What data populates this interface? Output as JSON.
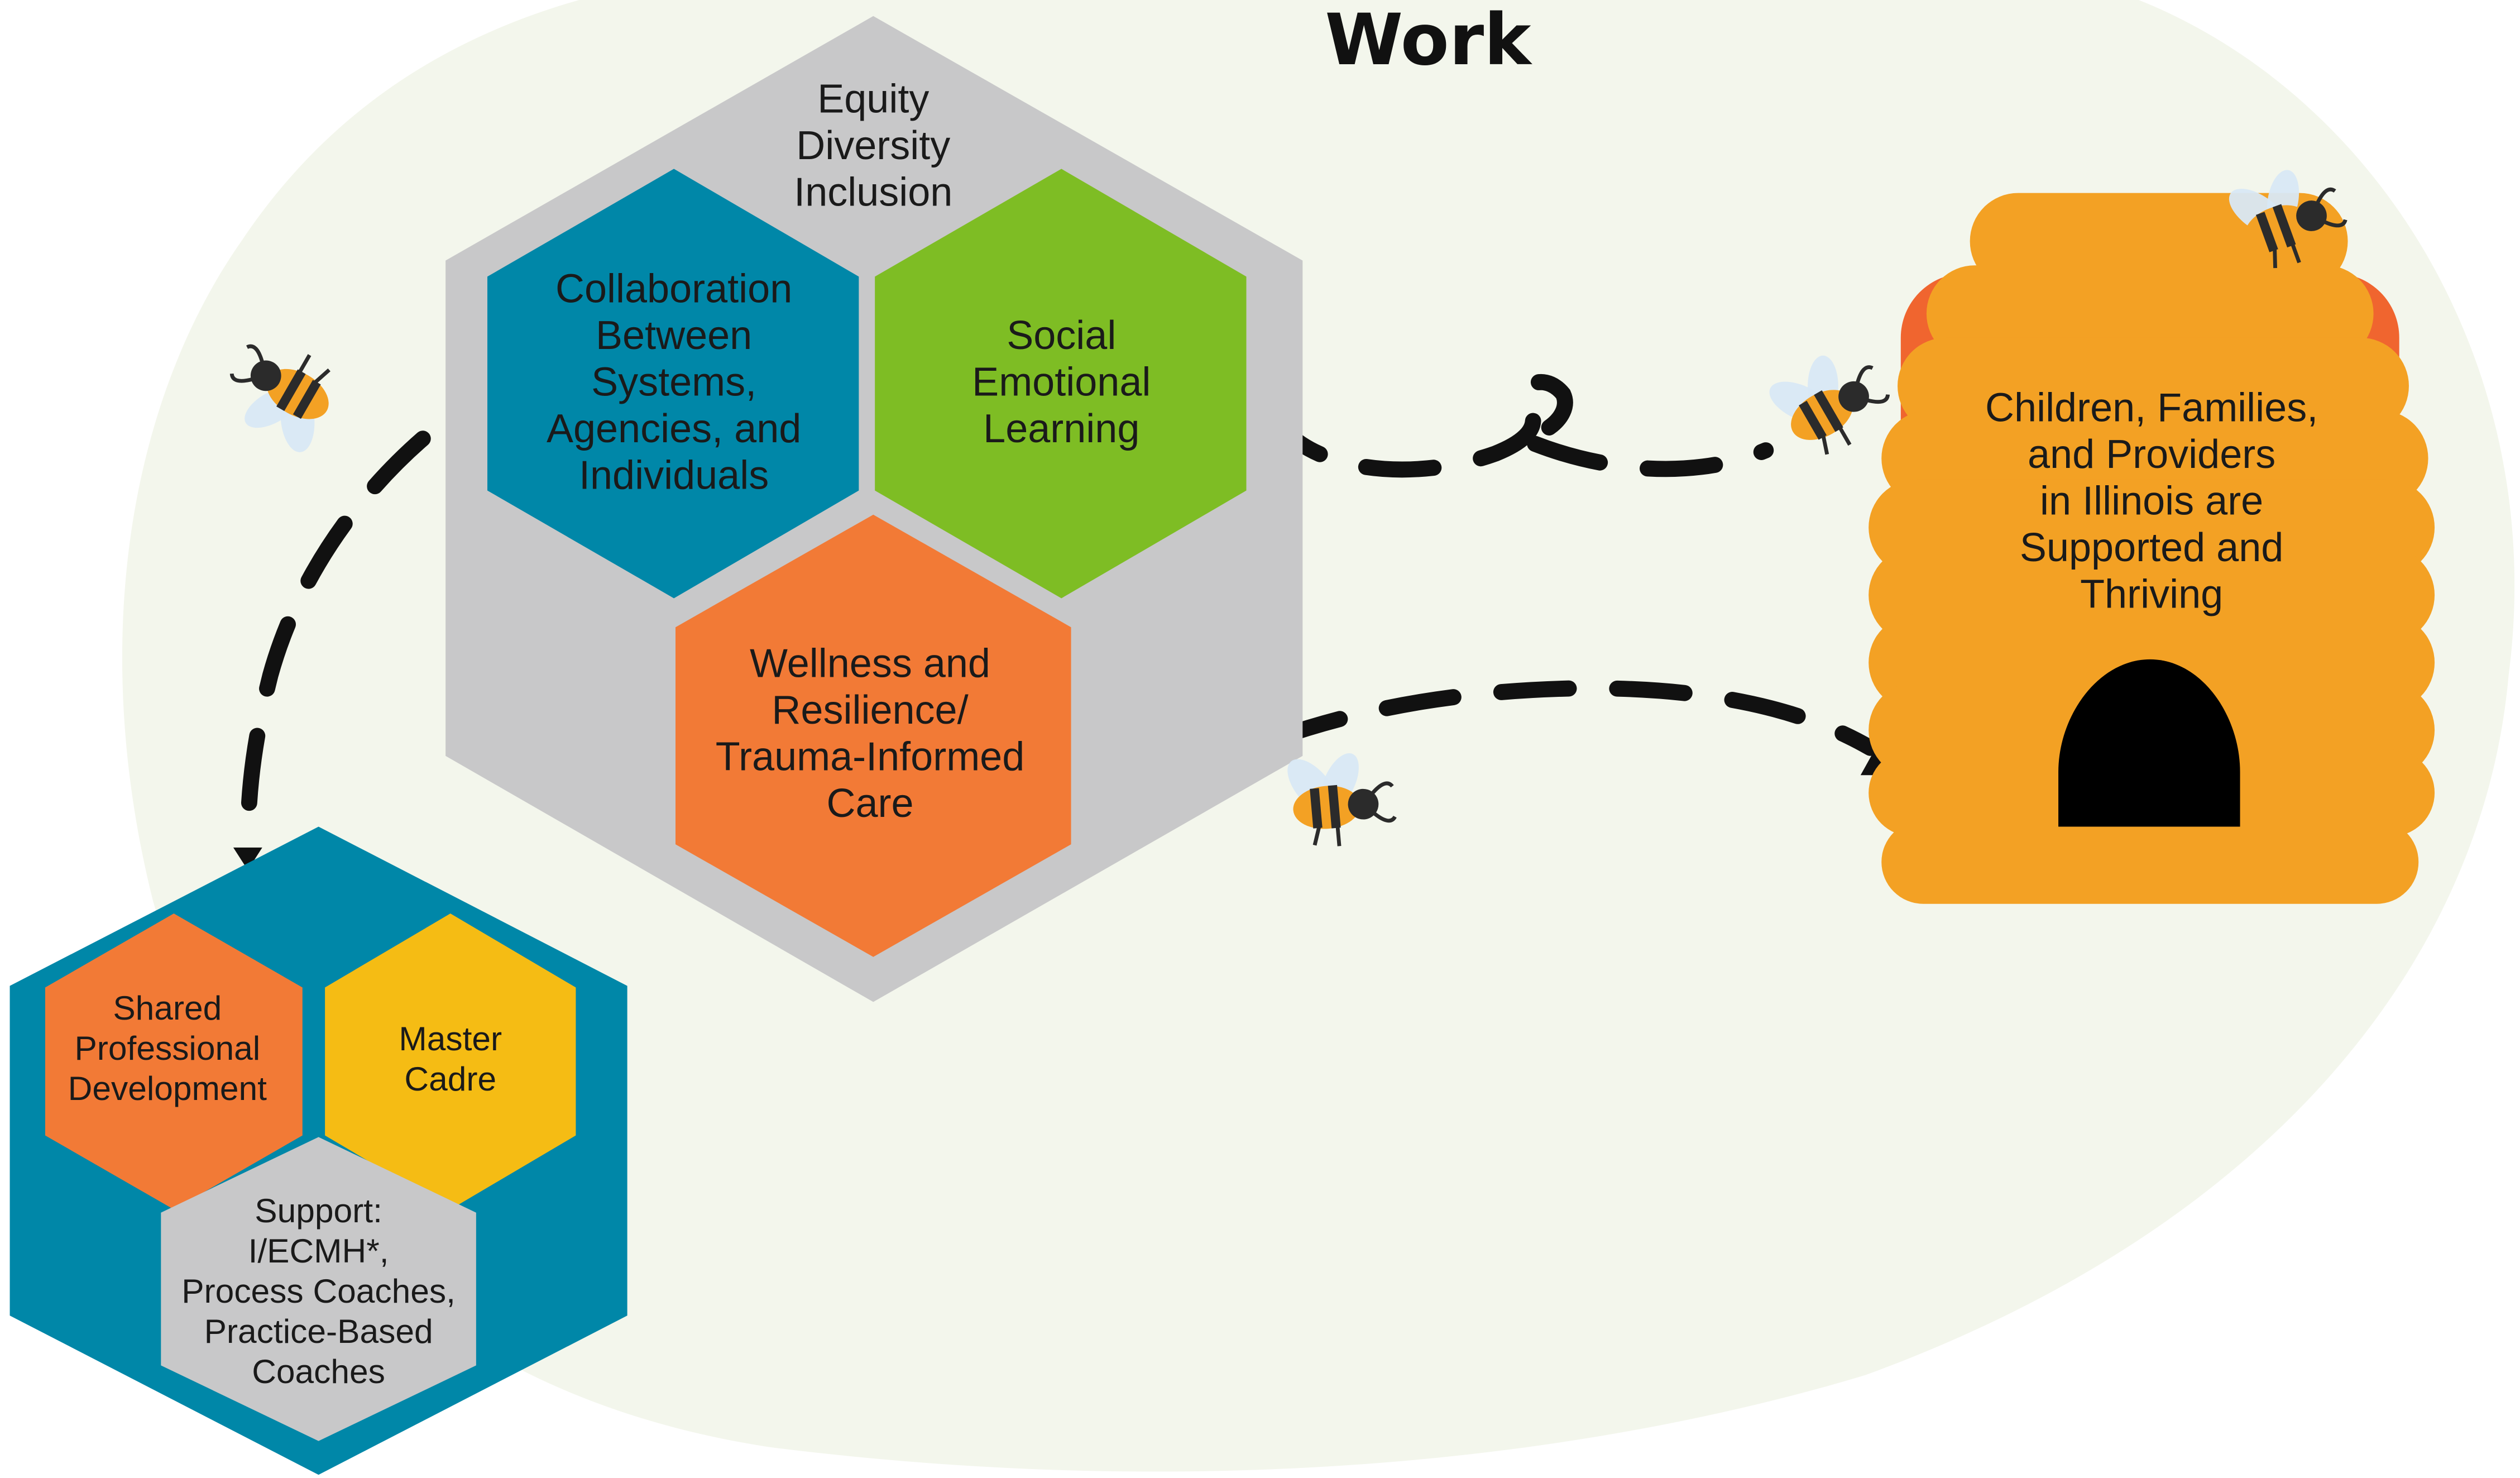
{
  "title": "Work",
  "colors": {
    "background_blob": "#f3f6ec",
    "gray": "#c8c8c9",
    "teal": "#0087a8",
    "green": "#7ebd24",
    "orange": "#f27a36",
    "yellow": "#f5bc14",
    "hive": "#f3a124",
    "hive_edge": "#f0652f",
    "hive_door": "#000000"
  },
  "main_cluster": {
    "outer_label": [
      "Equity",
      "Diversity",
      "Inclusion"
    ],
    "collaboration": [
      "Collaboration",
      "Between",
      "Systems,",
      "Agencies, and",
      "Individuals"
    ],
    "sel": [
      "Social",
      "Emotional",
      "Learning"
    ],
    "wellness": [
      "Wellness and",
      "Resilience/",
      "Trauma-Informed",
      "Care"
    ]
  },
  "support_cluster": {
    "shared_pd": [
      "Shared",
      "Professional",
      "Development"
    ],
    "master_cadre": [
      "Master",
      "Cadre"
    ],
    "support": [
      "Support:",
      "I/ECMH*,",
      "Process Coaches,",
      "Practice-Based",
      "Coaches"
    ]
  },
  "hive": {
    "label": [
      "Children, Families,",
      "and Providers",
      "in Illinois are",
      "Supported and",
      "Thriving"
    ]
  },
  "icons": [
    "bee-icon",
    "beehive-icon",
    "arrowhead-icon"
  ]
}
